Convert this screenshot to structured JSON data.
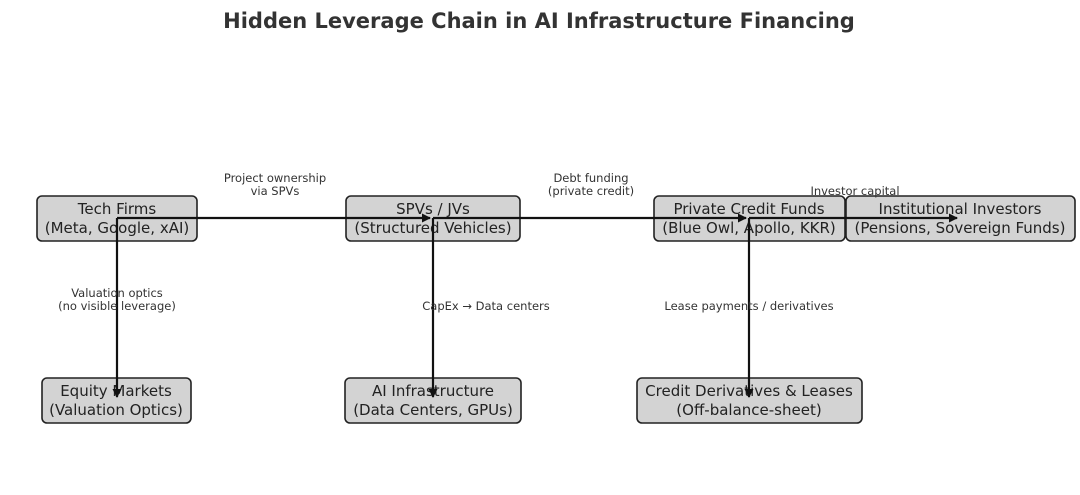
{
  "title": "Hidden Leverage Chain in AI Infrastructure Financing",
  "nodes": {
    "tech_firms": {
      "line1": "Tech Firms",
      "line2": "(Meta, Google, xAI)"
    },
    "spvs": {
      "line1": "SPVs / JVs",
      "line2": "(Structured Vehicles)"
    },
    "private_credit": {
      "line1": "Private Credit Funds",
      "line2": "(Blue Owl, Apollo, KKR)"
    },
    "institutional": {
      "line1": "Institutional Investors",
      "line2": "(Pensions, Sovereign Funds)"
    },
    "equity_markets": {
      "line1": "Equity Markets",
      "line2": "(Valuation Optics)"
    },
    "ai_infra": {
      "line1": "AI Infrastructure",
      "line2": "(Data Centers, GPUs)"
    },
    "credit_derivatives": {
      "line1": "Credit Derivatives & Leases",
      "line2": "(Off-balance-sheet)"
    }
  },
  "edges": {
    "project_ownership": {
      "line1": "Project ownership",
      "line2": "via SPVs"
    },
    "debt_funding": {
      "line1": "Debt funding",
      "line2": "(private credit)"
    },
    "investor_capital": {
      "line1": "Investor capital"
    },
    "valuation_optics": {
      "line1": "Valuation optics",
      "line2": "(no visible leverage)"
    },
    "capex": {
      "line1": "CapEx → Data centers"
    },
    "lease_payments": {
      "line1": "Lease payments / derivatives"
    }
  },
  "colors": {
    "node_fill": "#d3d3d3",
    "node_border": "#222222",
    "arrow": "#111111",
    "text": "#333333"
  }
}
